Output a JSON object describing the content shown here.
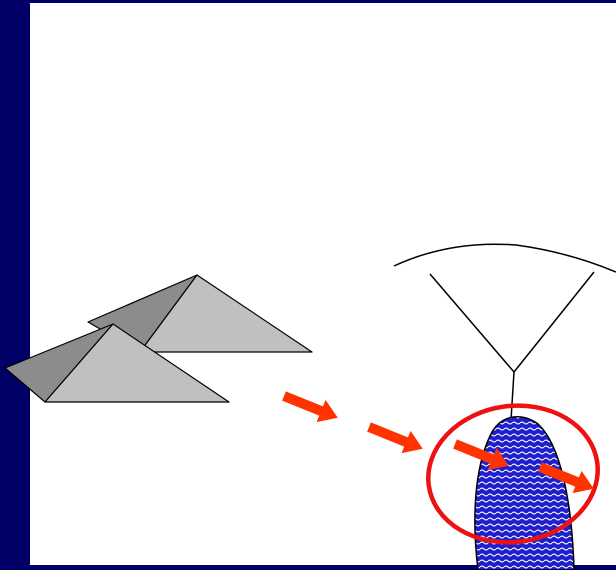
{
  "slide": {
    "colors": {
      "frame": "#000066",
      "background": "#ffffff",
      "pyramid_light": "#c0c0c0",
      "pyramid_dark": "#8c8c8c",
      "arrow": "#ff3300",
      "circle": "#ee1111",
      "tissue": "#1f1fd0",
      "tissue_pattern": "#ffffff",
      "line": "#000000"
    },
    "icons": {
      "crystals": "pyramid-pair",
      "flow_arrows": "arrow-right",
      "focus_ring": "ellipse-outline",
      "receptor": "antenna-cone",
      "tissue": "patterned-blob"
    }
  }
}
